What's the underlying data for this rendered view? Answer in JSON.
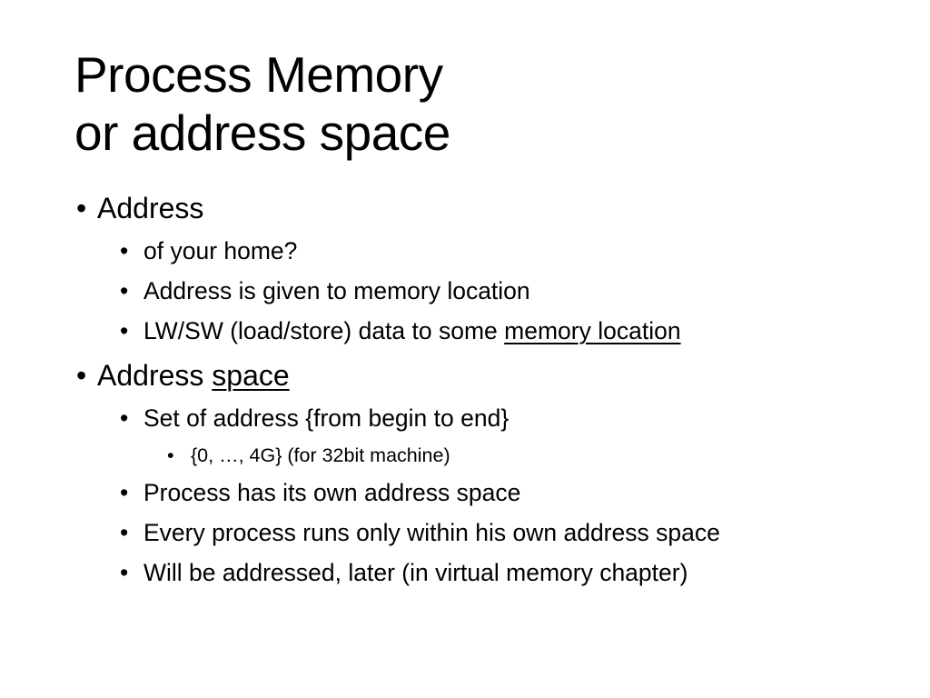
{
  "slide": {
    "title_line1": "Process Memory",
    "title_line2": "or address space",
    "bullet_glyph": "•",
    "section1": {
      "heading": "Address",
      "items": [
        {
          "text": "of your home?"
        },
        {
          "text": "Address is given to memory location"
        },
        {
          "text_before": "LW/SW (load/store) data to some ",
          "text_underlined": "memory location"
        }
      ]
    },
    "section2": {
      "heading_before": "Address ",
      "heading_underlined": "space",
      "items": [
        {
          "text": "Set of address {from begin to end}"
        },
        {
          "text": "{0, …, 4G} (for 32bit machine)"
        },
        {
          "text": "Process has its own address space"
        },
        {
          "text": "Every process runs only within his own address space"
        },
        {
          "text": "Will be addressed, later (in virtual memory chapter)"
        }
      ]
    }
  }
}
